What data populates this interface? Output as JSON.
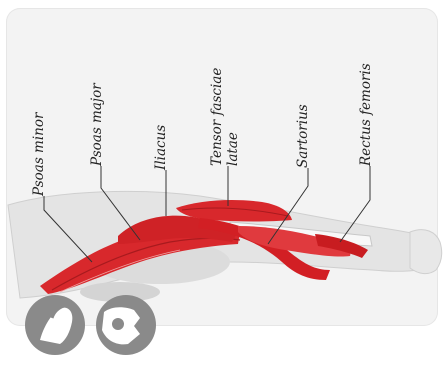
{
  "labels": {
    "psoas_minor": "Psoas minor",
    "psoas_major": "Psoas major",
    "iliacus": "Iliacus",
    "tensor_line1": "Tensor fasciae",
    "tensor_line2": "latae",
    "sartorius": "Sartorius",
    "rectus_femoris": "Rectus femoris"
  },
  "colors": {
    "muscle": "#d8282c",
    "muscle_dark": "#a81a1e",
    "body": "#e9e9e9",
    "bone": "#ffffff",
    "leader_line": "#333333",
    "logo": "#8a8a8a"
  },
  "icons": [
    "anatomy-logo-icon"
  ]
}
